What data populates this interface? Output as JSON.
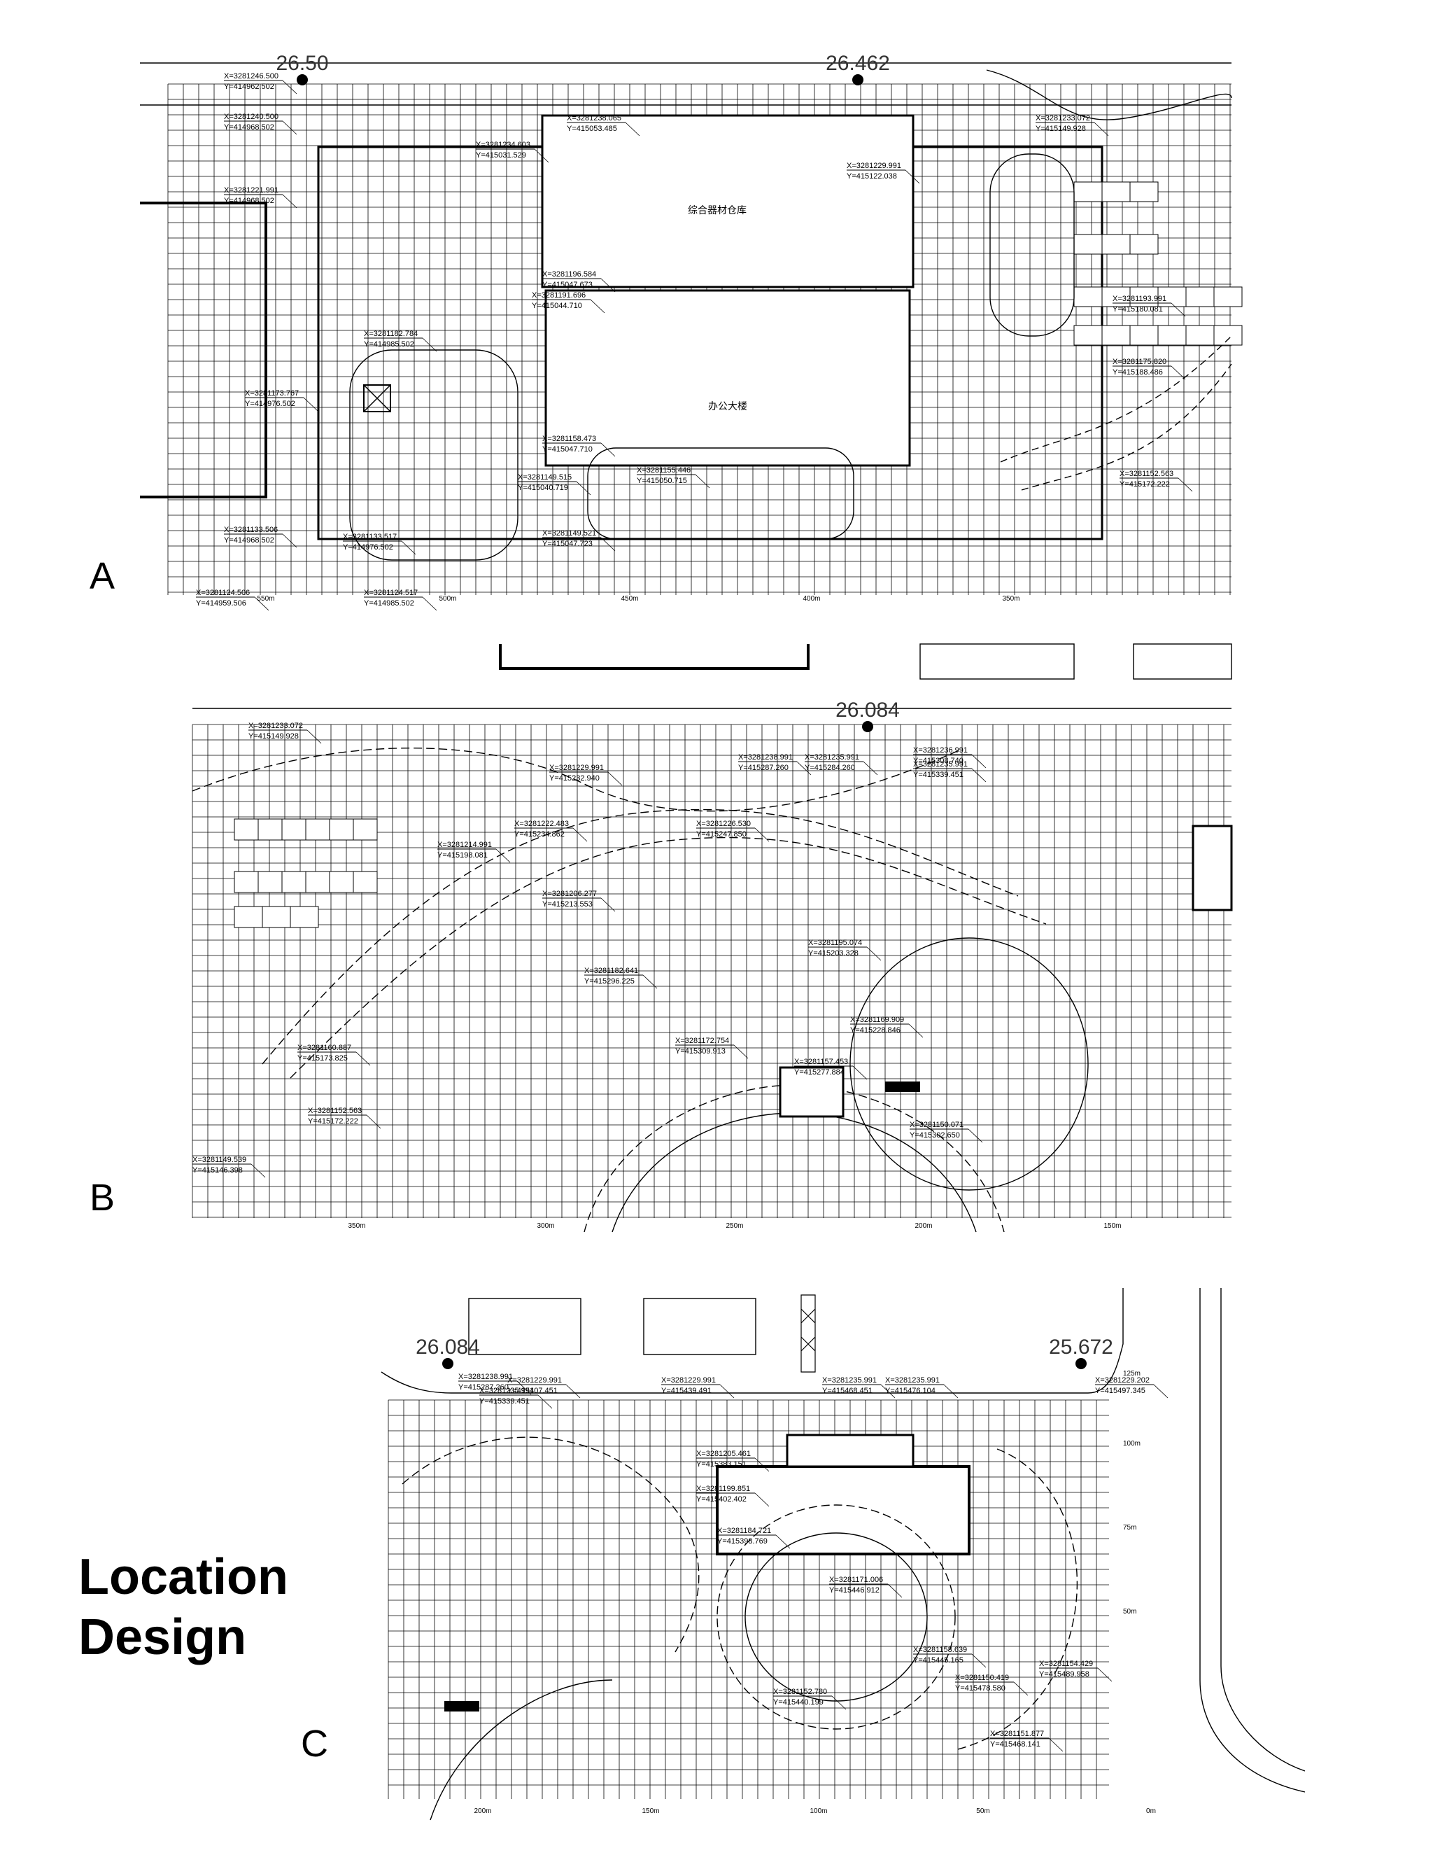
{
  "title": [
    "Location",
    "Design"
  ],
  "panels": [
    {
      "letter": "A",
      "elevations": [
        "26.50",
        "26.462"
      ],
      "distances": [
        "550m",
        "500m",
        "450m",
        "400m",
        "350m"
      ],
      "building_labels": [
        "综合器材仓库",
        "办公大楼"
      ],
      "coords": [
        [
          "X=3281246.500",
          "Y=414962.502"
        ],
        [
          "X=3281240.500",
          "Y=414968.502"
        ],
        [
          "X=3281221.991",
          "Y=414968.502"
        ],
        [
          "X=3281238.065",
          "Y=415053.485"
        ],
        [
          "X=3281234.603",
          "Y=415031.529"
        ],
        [
          "X=3281229.991",
          "Y=415122.038"
        ],
        [
          "X=3281196.584",
          "Y=415047.673"
        ],
        [
          "X=3281191.696",
          "Y=415044.710"
        ],
        [
          "X=3281182.784",
          "Y=414985.502"
        ],
        [
          "X=3281173.767",
          "Y=414976.502"
        ],
        [
          "X=3281158.473",
          "Y=415047.710"
        ],
        [
          "X=3281155.446",
          "Y=415050.715"
        ],
        [
          "X=3281149.515",
          "Y=415040.719"
        ],
        [
          "X=3281133.506",
          "Y=414968.502"
        ],
        [
          "X=3281133.517",
          "Y=414976.502"
        ],
        [
          "X=3281124.506",
          "Y=414959.506"
        ],
        [
          "X=3281124.517",
          "Y=414985.502"
        ],
        [
          "X=3281149.521",
          "Y=415047.723"
        ],
        [
          "X=3281233.072",
          "Y=415149.928"
        ],
        [
          "X=3281193.991",
          "Y=415180.081"
        ],
        [
          "X=3281175.820",
          "Y=415188.486"
        ],
        [
          "X=3281152.563",
          "Y=415172.222"
        ]
      ]
    },
    {
      "letter": "B",
      "elevations": [
        "26.084"
      ],
      "distances": [
        "350m",
        "300m",
        "250m",
        "200m",
        "150m"
      ],
      "coords": [
        [
          "X=3281233.072",
          "Y=415149.928"
        ],
        [
          "X=3281229.991",
          "Y=415232.940"
        ],
        [
          "X=3281238.991",
          "Y=415287.260"
        ],
        [
          "X=3281235.991",
          "Y=415284.260"
        ],
        [
          "X=3281236.991",
          "Y=415308.740"
        ],
        [
          "X=3281235.991",
          "Y=415339.451"
        ],
        [
          "X=3281222.483",
          "Y=415234.862"
        ],
        [
          "X=3281226.530",
          "Y=415247.850"
        ],
        [
          "X=3281214.991",
          "Y=415198.081"
        ],
        [
          "X=3281206.277",
          "Y=415213.553"
        ],
        [
          "X=3281195.074",
          "Y=415203.328"
        ],
        [
          "X=3281182.641",
          "Y=415296.225"
        ],
        [
          "X=3281169.909",
          "Y=415228.846"
        ],
        [
          "X=3281172.754",
          "Y=415309.913"
        ],
        [
          "X=3281157.453",
          "Y=415277.884"
        ],
        [
          "X=3281150.071",
          "Y=415302.650"
        ],
        [
          "X=3281160.887",
          "Y=415173.825"
        ],
        [
          "X=3281152.563",
          "Y=415172.222"
        ],
        [
          "X=3281149.539",
          "Y=415146.398"
        ]
      ]
    },
    {
      "letter": "C",
      "elevations": [
        "26.084",
        "25.672"
      ],
      "distances": [
        "200m",
        "150m",
        "100m",
        "50m",
        "0m"
      ],
      "side_distances": [
        "125m",
        "100m",
        "75m",
        "50m"
      ],
      "coords": [
        [
          "X=3281238.991",
          "Y=415287.260"
        ],
        [
          "X=3281235.991",
          "Y=415339.451"
        ],
        [
          "X=3281229.991",
          "Y=415407.451"
        ],
        [
          "X=3281229.991",
          "Y=415439.491"
        ],
        [
          "X=3281235.991",
          "Y=415468.451"
        ],
        [
          "X=3281235.991",
          "Y=415476.104"
        ],
        [
          "X=3281229.202",
          "Y=415497.345"
        ],
        [
          "X=3281205.461",
          "Y=415383.151"
        ],
        [
          "X=3281199.851",
          "Y=415402.402"
        ],
        [
          "X=3281184.721",
          "Y=415398.769"
        ],
        [
          "X=3281171.006",
          "Y=415446.912"
        ],
        [
          "X=3281158.639",
          "Y=415445.165"
        ],
        [
          "X=3281152.780",
          "Y=415440.199"
        ],
        [
          "X=3281150.419",
          "Y=415478.580"
        ],
        [
          "X=3281154.429",
          "Y=415489.958"
        ],
        [
          "X=3281151.877",
          "Y=415468.141"
        ]
      ]
    }
  ]
}
